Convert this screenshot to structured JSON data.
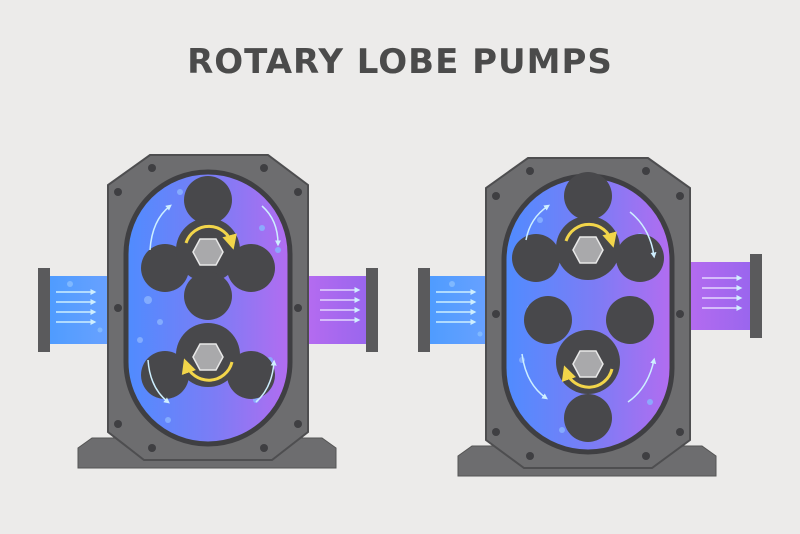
{
  "title": "ROTARY LOBE PUMPS",
  "colors": {
    "background": "#ecebea",
    "housing": "#6d6d6f",
    "housing_dark": "#545456",
    "lobe": "#48484b",
    "fluid_blue": "#5a86ff",
    "fluid_purple": "#b06cf0",
    "inlet": "#5ea0ff",
    "outlet": "#b06cf0",
    "rotation_arrow": "#f2d54a",
    "flow_arrow": "#cdefff"
  },
  "pumps": [
    {
      "id": "left-pump",
      "lobe_angles_deg": [
        0,
        0
      ]
    },
    {
      "id": "right-pump",
      "lobe_angles_deg": [
        45,
        45
      ]
    }
  ]
}
